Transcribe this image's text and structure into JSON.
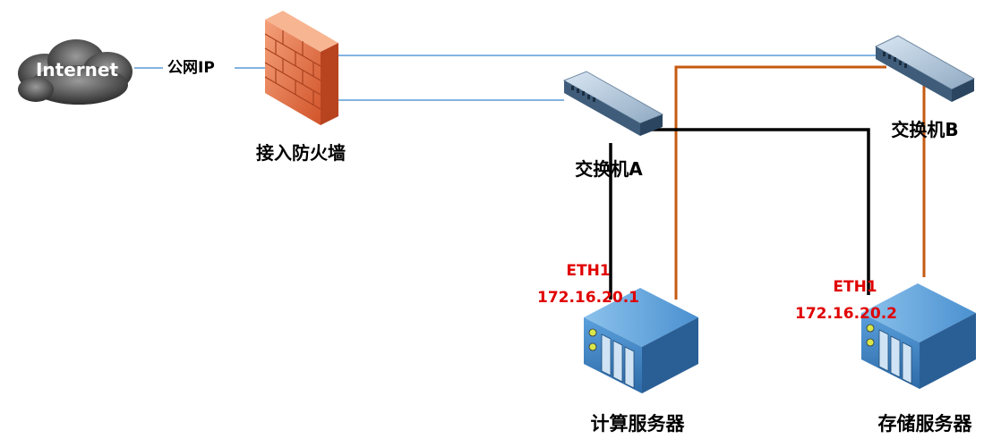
{
  "nodes": {
    "internet": {
      "label": "Internet",
      "icon": "cloud-icon"
    },
    "public_ip": {
      "label": "公网IP"
    },
    "firewall": {
      "label": "接入防火墙",
      "icon": "firewall-icon"
    },
    "switch_a": {
      "label": "交换机A",
      "icon": "switch-icon"
    },
    "switch_b": {
      "label": "交换机B",
      "icon": "switch-icon"
    },
    "compute_server": {
      "label": "计算服务器",
      "icon": "server-icon",
      "eth_label": "ETH1",
      "ip": "172.16.20.1"
    },
    "storage_server": {
      "label": "存储服务器",
      "icon": "server-icon",
      "eth_label": "ETH1",
      "ip": "172.16.20.2"
    }
  },
  "colors": {
    "wan_link": "#5b9bd5",
    "link_black": "#000000",
    "link_orange": "#c55a11",
    "ip_text": "#e00000",
    "firewall": "#e8734a",
    "server": "#3b7dbf"
  }
}
